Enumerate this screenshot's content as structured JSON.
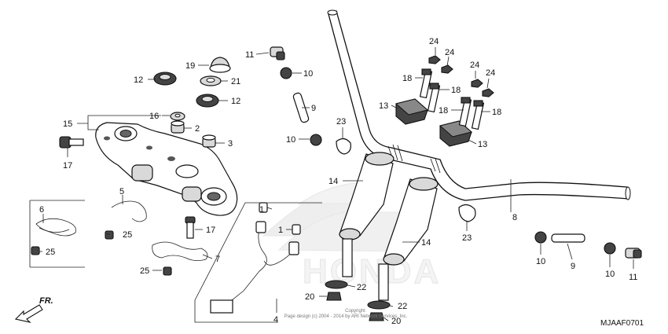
{
  "diagram": {
    "part_labels": {
      "p1a": "1",
      "p1b": "1",
      "p2": "2",
      "p3": "3",
      "p4": "4",
      "p5": "5",
      "p6": "6",
      "p7": "7",
      "p8": "8",
      "p9a": "9",
      "p9b": "9",
      "p10a": "10",
      "p10b": "10",
      "p10c": "10",
      "p10d": "10",
      "p11a": "11",
      "p11b": "11",
      "p12a": "12",
      "p12b": "12",
      "p13a": "13",
      "p13b": "13",
      "p14a": "14",
      "p14b": "14",
      "p15": "15",
      "p16": "16",
      "p17a": "17",
      "p17b": "17",
      "p18a": "18",
      "p18b": "18",
      "p18c": "18",
      "p18d": "18",
      "p19": "19",
      "p20a": "20",
      "p20b": "20",
      "p21": "21",
      "p22a": "22",
      "p22b": "22",
      "p23a": "23",
      "p23b": "23",
      "p24a": "24",
      "p24b": "24",
      "p24c": "24",
      "p24d": "24",
      "p25a": "25",
      "p25b": "25",
      "p25c": "25"
    },
    "front_arrow": "FR.",
    "copyright_line1": "Copyright",
    "copyright_line2": "Page design (c) 2004 - 2014 by ARI Network Services, Inc.",
    "watermark": "HONDA",
    "diagram_code": "MJAAF0701"
  }
}
